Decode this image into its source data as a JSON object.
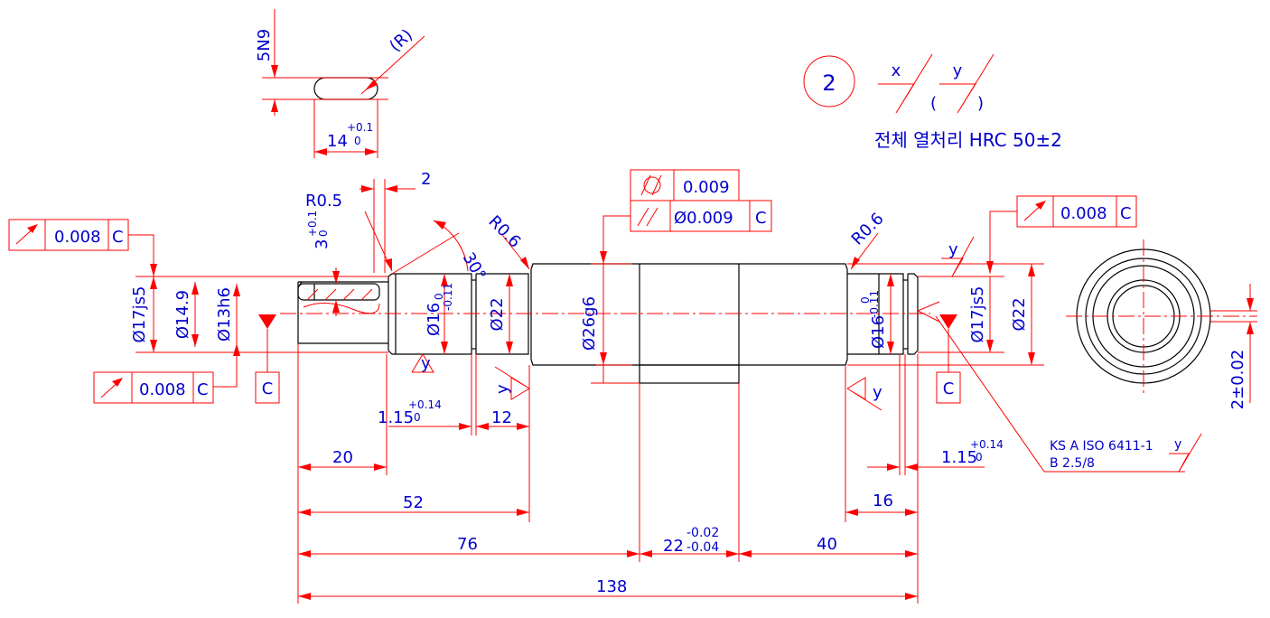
{
  "part_number": "2",
  "surface_symbols": {
    "primary": "x",
    "secondary": "y",
    "open_paren": "(",
    "close_paren": ")"
  },
  "heat_treatment": "전체 열처리 HRC 50±2",
  "keyway": {
    "width": "5N9",
    "radius": "(R)",
    "length": "14",
    "length_tol_upper": "+0.1",
    "length_tol_lower": "0"
  },
  "runout_left_top": {
    "value": "0.008",
    "datum": "C"
  },
  "runout_left_bottom": {
    "value": "0.008",
    "datum": "C"
  },
  "runout_right": {
    "value": "0.008",
    "datum": "C"
  },
  "cylindricity": {
    "value": "0.009"
  },
  "parallelism": {
    "value": "Ø0.009",
    "datum": "C"
  },
  "datum_label": "C",
  "radii": {
    "r05": "R0.5",
    "r06_left": "R0.6",
    "r06_right": "R0.6"
  },
  "dims": {
    "d2": "2",
    "d3": "3",
    "d3_tol_upper": "+0.1",
    "d3_tol_lower": "0",
    "angle30": "30°",
    "phi17js5_left": "Ø17js5",
    "phi149": "Ø14.9",
    "phi13h6": "Ø13h6",
    "phi16_left": "Ø16",
    "phi16_tol_left": "-0.11",
    "phi16_tol_upper_left": "0",
    "phi22_left": "Ø22",
    "phi26g6": "Ø26g6",
    "phi16_right": "Ø16",
    "phi16_tol_right": "-0.11",
    "phi16_tol_upper_right": "0",
    "phi17js5_right": "Ø17js5",
    "phi22_right": "Ø22",
    "groove_left": "1.15",
    "groove_left_upper": "+0.14",
    "groove_left_lower": "0",
    "d12": "12",
    "d20": "20",
    "d52": "52",
    "d76": "76",
    "d22": "22",
    "d22_upper": "-0.02",
    "d22_lower": "-0.04",
    "d40": "40",
    "d138": "138",
    "d16": "16",
    "groove_right": "1.15",
    "groove_right_upper": "+0.14",
    "groove_right_lower": "0",
    "d2_tol": "2±0.02"
  },
  "center_hole": {
    "line1": "KS A ISO 6411-1",
    "line2": "B 2.5/8",
    "symbol": "y"
  },
  "surface_y": "y"
}
